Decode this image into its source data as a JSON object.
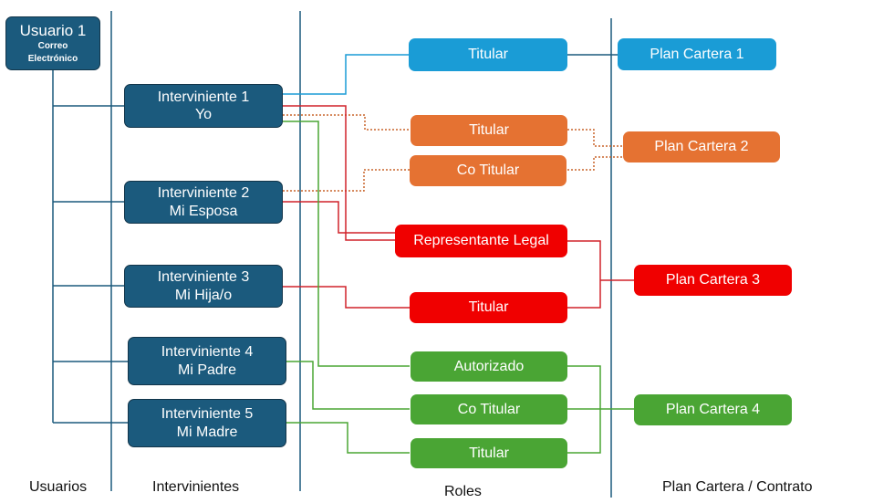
{
  "colors": {
    "column_line": "#1b5a7d",
    "user_box": "#1b5a7d",
    "plan1": "#1a9cd6",
    "plan2": "#e57232",
    "plan3": "#f00000",
    "plan4": "#4aa534"
  },
  "user": {
    "title": "Usuario 1",
    "sub1": "Correo",
    "sub2": "Electrónico"
  },
  "intervinientes": [
    {
      "title": "Interviniente  1",
      "sub": "Yo"
    },
    {
      "title": "Interviniente  2",
      "sub": "Mi Esposa"
    },
    {
      "title": "Interviniente  3",
      "sub": "Mi Hija/o"
    },
    {
      "title": "Interviniente  4",
      "sub": "Mi Padre"
    },
    {
      "title": "Interviniente  5",
      "sub": "Mi Madre"
    }
  ],
  "roles": [
    {
      "label": "Titular",
      "plan": 1
    },
    {
      "label": "Titular",
      "plan": 2
    },
    {
      "label": "Co Titular",
      "plan": 2
    },
    {
      "label": "Representante Legal",
      "plan": 3
    },
    {
      "label": "Titular",
      "plan": 3
    },
    {
      "label": "Autorizado",
      "plan": 4
    },
    {
      "label": "Co Titular",
      "plan": 4
    },
    {
      "label": "Titular",
      "plan": 4
    }
  ],
  "plans": [
    {
      "label": "Plan Cartera 1"
    },
    {
      "label": "Plan Cartera 2"
    },
    {
      "label": "Plan Cartera 3"
    },
    {
      "label": "Plan Cartera 4"
    }
  ],
  "columns": {
    "usuarios": "Usuarios",
    "intervinientes": "Intervinientes",
    "roles": "Roles",
    "plan": "Plan Cartera / Contrato"
  },
  "connections": [
    {
      "from": "Interviniente 1",
      "to": "Titular (Plan Cartera 1)"
    },
    {
      "from": "Interviniente 1",
      "to": "Titular (Plan Cartera 2)",
      "style": "dotted"
    },
    {
      "from": "Interviniente 2",
      "to": "Co Titular (Plan Cartera 2)",
      "style": "dotted"
    },
    {
      "from": "Interviniente 1",
      "to": "Representante Legal (Plan Cartera 3)"
    },
    {
      "from": "Interviniente 2",
      "to": "Representante Legal (Plan Cartera 3)"
    },
    {
      "from": "Interviniente 3",
      "to": "Titular (Plan Cartera 3)"
    },
    {
      "from": "Interviniente 1",
      "to": "Autorizado (Plan Cartera 4)"
    },
    {
      "from": "Interviniente 4",
      "to": "Co Titular (Plan Cartera 4)"
    },
    {
      "from": "Interviniente 5",
      "to": "Titular (Plan Cartera 4)"
    }
  ]
}
